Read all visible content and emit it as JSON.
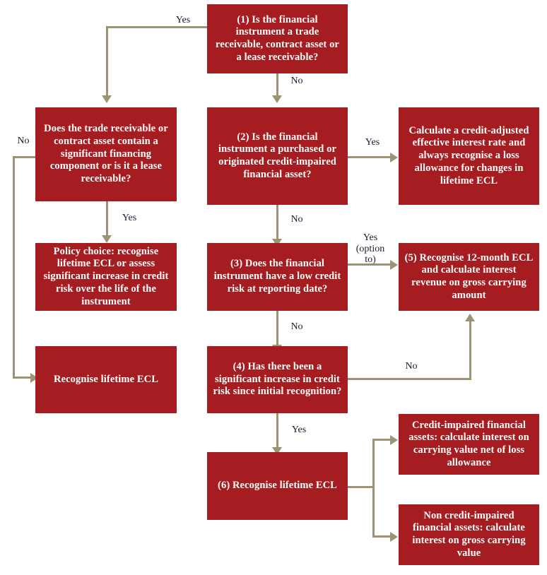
{
  "diagram": {
    "title": "IFRS 9 expected credit loss (ECL) impairment decision flowchart",
    "box_color": "#A51C21",
    "box_text_color": "#FFFFFF",
    "connector_color": "#9C9274",
    "label_color": "#1B1B33",
    "background": "#FFFFFF"
  },
  "nodes": [
    {
      "id": "q1",
      "text": "(1) Is the financial instrument a trade receivable, contract asset or a lease receivable?"
    },
    {
      "id": "q1a",
      "text": "Does the trade receivable or contract asset contain a significant  financing component or is it a lease receivable?"
    },
    {
      "id": "q2",
      "text": "(2) Is the financial instrument a purchased or originated credit-impaired financial asset?"
    },
    {
      "id": "poci",
      "text": "Calculate a credit-adjusted effective interest rate and always recognise a loss allowance for changes in lifetime ECL"
    },
    {
      "id": "policy",
      "text": "Policy choice: recognise lifetime ECL or assess significant increase in credit risk over the life of the instrument"
    },
    {
      "id": "q3",
      "text": "(3) Does the financial instrument have a low credit risk at reporting date?"
    },
    {
      "id": "q5",
      "text": "(5) Recognise 12-month ECL and calculate interest revenue on gross carrying amount"
    },
    {
      "id": "lifetime",
      "text": "Recognise lifetime ECL"
    },
    {
      "id": "q4",
      "text": "(4) Has there been a significant increase in credit risk since initial recognition?"
    },
    {
      "id": "q6",
      "text": "(6) Recognise lifetime ECL"
    },
    {
      "id": "impaired",
      "text": "Credit-impaired financial assets: calculate interest on carrying value net of loss allowance"
    },
    {
      "id": "nonimpaired",
      "text": "Non credit-impaired financial assets: calculate interest on gross carrying value"
    }
  ],
  "edge_labels": {
    "q1_yes": "Yes",
    "q1_no": "No",
    "q1a_no": "No",
    "q1a_yes": "Yes",
    "q2_yes": "Yes",
    "q2_no": "No",
    "q3_yes": "Yes\n(option\nto)",
    "q3_no": "No",
    "q4_no": "No",
    "q4_yes": "Yes"
  }
}
